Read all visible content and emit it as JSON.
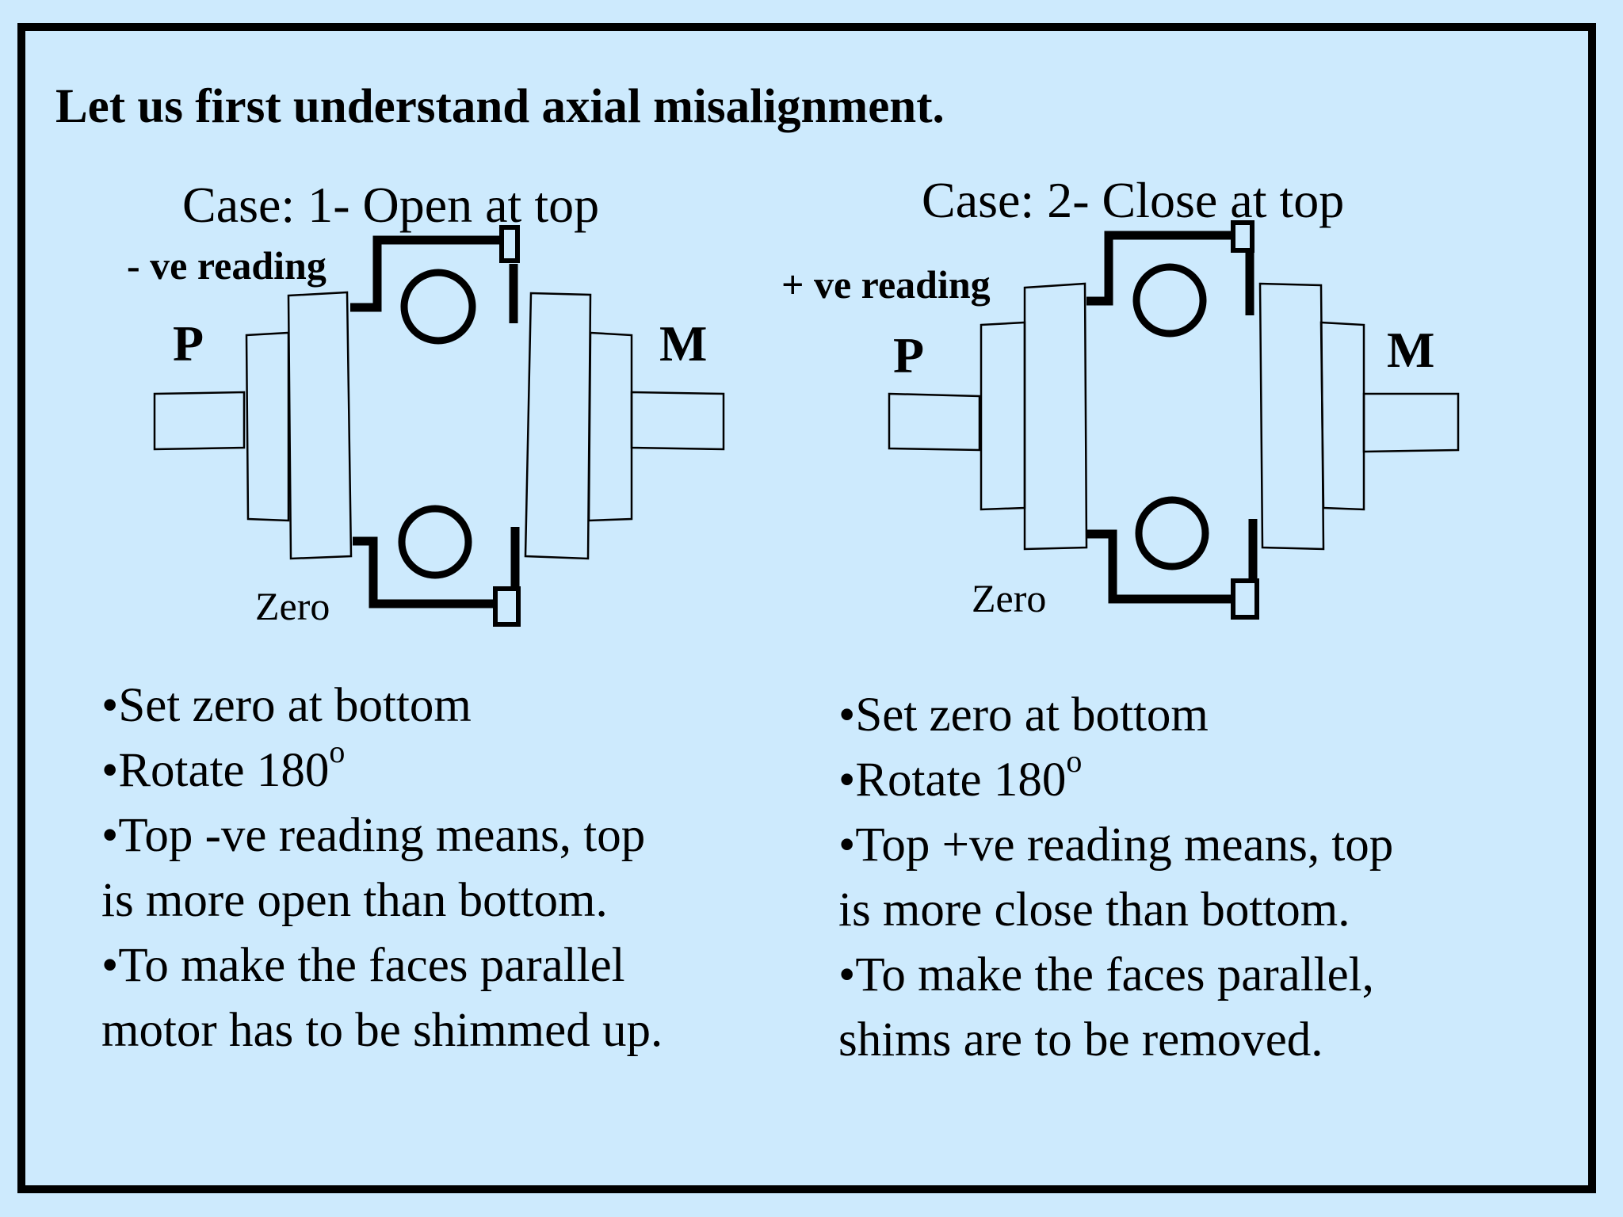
{
  "title": "Let us first understand axial misalignment.",
  "colors": {
    "background": "#cdeafd",
    "frame": "#000000",
    "ink": "#000000"
  },
  "case1": {
    "heading": "Case: 1- Open at top",
    "reading_label": "- ve reading",
    "pump_label": "P",
    "motor_label": "M",
    "zero_label": "Zero",
    "bullets": [
      {
        "text": "•Set zero at bottom"
      },
      {
        "text": "•Rotate 180",
        "sup": "o"
      },
      {
        "text": "•Top -ve reading means, top"
      },
      {
        "text": "is more open than bottom."
      },
      {
        "text": "•To make the faces parallel"
      },
      {
        "text": "motor has to be shimmed up."
      }
    ]
  },
  "case2": {
    "heading": "Case: 2- Close at top",
    "reading_label": "+ ve reading",
    "pump_label": "P",
    "motor_label": "M",
    "zero_label": "Zero",
    "bullets": [
      {
        "text": "•Set zero at bottom"
      },
      {
        "text": "•Rotate 180",
        "sup": "o"
      },
      {
        "text": "•Top +ve reading means, top"
      },
      {
        "text": "is more close than bottom."
      },
      {
        "text": "•To make the faces parallel,"
      },
      {
        "text": "shims are to be removed."
      }
    ]
  }
}
